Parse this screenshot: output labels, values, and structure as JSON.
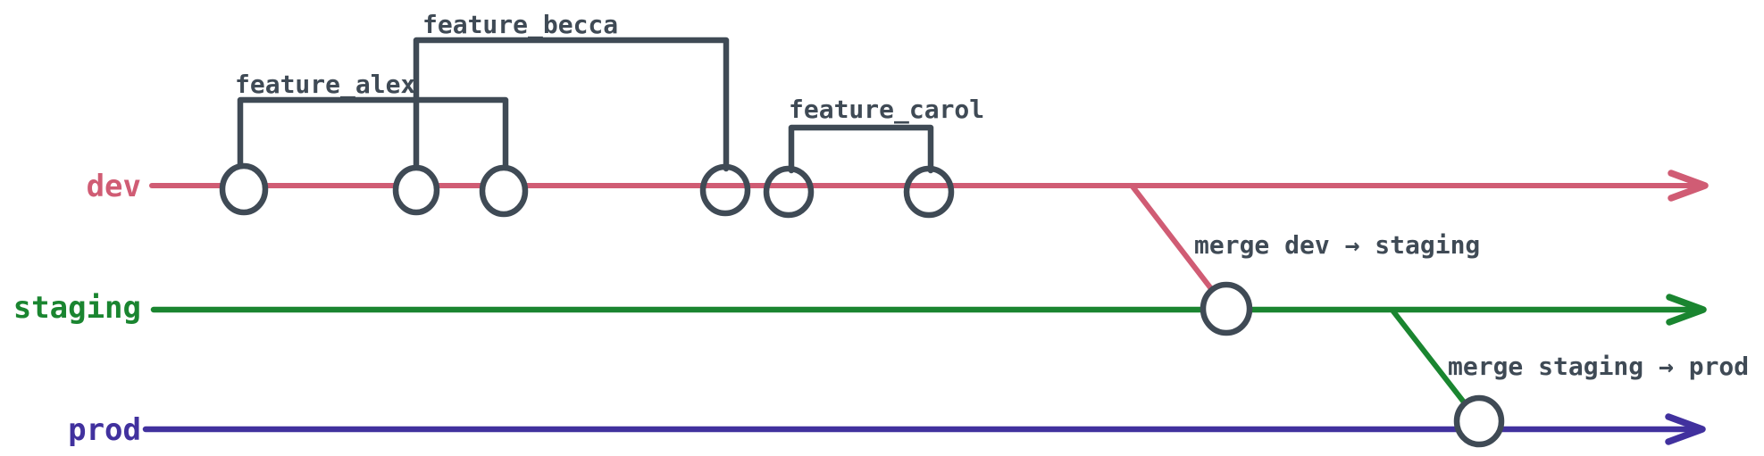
{
  "colors": {
    "dev": "#d05c74",
    "staging": "#1a8530",
    "prod": "#41319e",
    "ink": "#3f4a55",
    "background": "#ffffff"
  },
  "branches": [
    {
      "name": "dev",
      "commit_count": 6
    },
    {
      "name": "staging",
      "commit_count": 1
    },
    {
      "name": "prod",
      "commit_count": 1
    }
  ],
  "features": [
    {
      "name": "feature_alex"
    },
    {
      "name": "feature_becca"
    },
    {
      "name": "feature_carol"
    }
  ],
  "merges": [
    {
      "label": "merge dev → staging"
    },
    {
      "label": "merge staging → prod"
    }
  ]
}
